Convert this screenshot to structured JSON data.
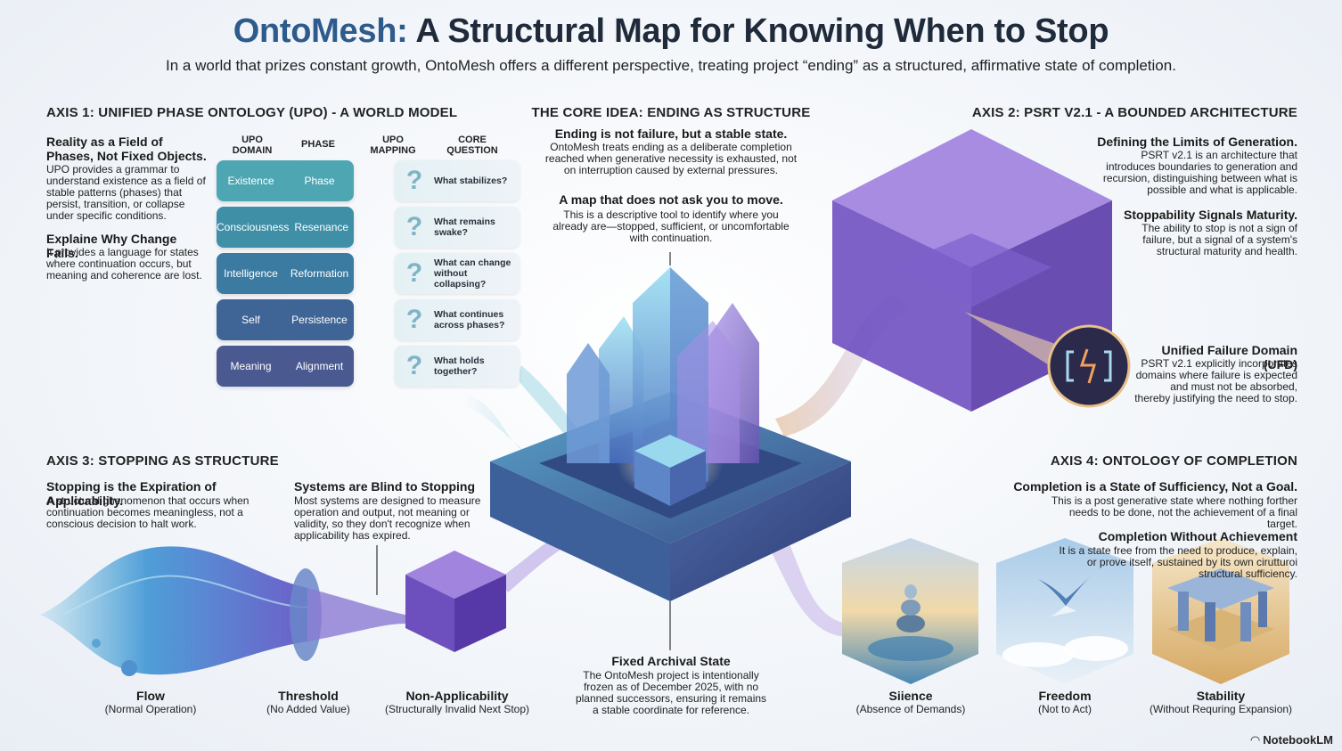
{
  "header": {
    "title_brand": "OntoMesh:",
    "title_rest": "A Structural Map for Knowing When to Stop",
    "subtitle": "In a world that prizes constant growth, OntoMesh offers a different perspective, treating project “ending” as a structured, affirmative state of completion."
  },
  "axis1": {
    "heading": "AXIS 1: UNIFIED PHASE ONTOLOGY (UPO) - A WORLD MODEL",
    "block1_title": "Reality as a Field of Phases, Not Fixed Objects.",
    "block1_body": "UPO provides a grammar to understand existence as a field of stable patterns (phases) that persist, transition, or collapse under specific conditions.",
    "block2_title": "Explaine Why Change Fails.",
    "block2_body": "It provides a language for states where continuation occurs, but meaning and coherence are lost.",
    "col_domain": "UPO DOMAIN",
    "col_phase": "PHASE",
    "col_mapping": "UPO MAPPING",
    "col_question": "CORE QUESTION",
    "rows": [
      {
        "domain": "Existence",
        "phase": "Phase",
        "question": "What stabilizes?",
        "color": "#4fa6b3"
      },
      {
        "domain": "Consciousness",
        "phase": "Resenance",
        "question": "What remains swake?",
        "color": "#3f8fa7"
      },
      {
        "domain": "Intelligence",
        "phase": "Reformation",
        "question": "What can change without collapsing?",
        "color": "#3b7aa1"
      },
      {
        "domain": "Self",
        "phase": "Persistence",
        "question": "What continues across phases?",
        "color": "#3f6597"
      },
      {
        "domain": "Meaning",
        "phase": "Alignment",
        "question": "What holds together?",
        "color": "#4a5a91"
      }
    ],
    "qmark": "?"
  },
  "core": {
    "heading": "THE CORE IDEA: ENDING AS STRUCTURE",
    "t1": "Ending is not failure, but a stable state.",
    "b1": "OntoMesh treats ending as a deliberate completion reached when generative necessity is exhausted, not on interruption caused by external pressures.",
    "t2": "A map that does not ask you to move.",
    "b2": "This is a descriptive tool to identify where you already are—stopped, sufficient, or uncomfortable with continuation.",
    "fixed_title": "Fixed Archival State",
    "fixed_body": "The OntoMesh project is intentionally frozen as of December 2025, with no planned successors, ensuring it remains a stable coordinate for reference."
  },
  "axis2": {
    "heading": "AXIS 2: PSRT V2.1 - A BOUNDED ARCHITECTURE",
    "t1": "Defining the Limits of Generation.",
    "b1": "PSRT v2.1 is an architecture that introduces boundaries to generation and recursion, distinguishing between what is possible and what is applicable.",
    "t2": "Stoppability Signals Maturity.",
    "b2": "The ability to stop is not a sign of failure, but a signal of a system's structural maturity and health.",
    "t3": "Unified Failure Domain (UFD)",
    "b3": "PSRT v2.1 explicitly incorporates domains where failure is expected and must not be absorbed, thereby justifying the need to stop."
  },
  "axis3": {
    "heading": "AXIS 3: STOPPING AS STRUCTURE",
    "t1": "Stopping is the Expiration of Applicability.",
    "b1": "A structural ghenomenon that occurs when continuation becomes meaningless, not a conscious decision to halt work.",
    "t2": "Systems are Blind to Stopping",
    "b2": "Most systems are designed to measure operation and output, not meaning or validity, so they don't recognize when applicability has expired.",
    "flow_t": "Flow",
    "flow_s": "(Normal Operation)",
    "thr_t": "Threshold",
    "thr_s": "(No Added Value)",
    "na_t": "Non-Applicability",
    "na_s": "(Structurally Invalid Next Stop)"
  },
  "axis4": {
    "heading": "AXIS 4: ONTOLOGY OF COMPLETION",
    "t1": "Completion is a State of Sufficiency, Not a Goal.",
    "b1": "This is a post generative state where nothing forther needs to be done, not the achievement of a final target.",
    "t2": "Completion Without Achievement",
    "b2": "It is a state free from the need to produce, explain, or prove itself, sustained by its own cirutturoi structural sufficiency.",
    "sil_t": "Siience",
    "sil_s": "(Absence of Demands)",
    "fre_t": "Freedom",
    "fre_s": "(Not to Act)",
    "sta_t": "Stability",
    "sta_s": "(Without Requring Expansion)"
  },
  "footer": {
    "brand": "NotebookLM"
  }
}
